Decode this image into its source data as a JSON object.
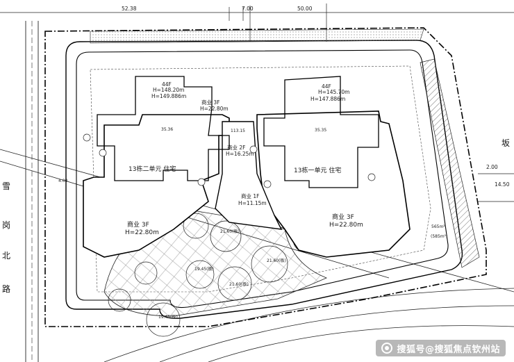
{
  "dimensions": {
    "left_total": "52.38",
    "top_a": "7.00",
    "top_b": "50.00",
    "right_a": "14.50",
    "right_b": "2.00",
    "left_a": "4.00",
    "inner_1": "113.15",
    "inner_2": "35.36",
    "inner_3": "35.35"
  },
  "road_left": [
    "雪",
    "岗",
    "北",
    "路"
  ],
  "road_right": "坂",
  "towers": [
    {
      "floors": "44F",
      "h1": "H=148.20m",
      "h2": "H=149.886m",
      "name": "13栋二单元 住宅"
    },
    {
      "floors": "44F",
      "h1": "H=145.70m",
      "h2": "H=147.886m",
      "name": "13栋一单元 住宅"
    }
  ],
  "commercial": [
    {
      "name": "商业  3F",
      "height": "H=22.80m"
    },
    {
      "name": "商业  2F",
      "height": "H=16.25m"
    },
    {
      "name": "商业  1F",
      "height": "H=11.15m"
    },
    {
      "name": "商业  3F",
      "height": "H=22.80m"
    },
    {
      "name": "商业  3F",
      "height": "H=22.80m"
    }
  ],
  "elevations": [
    "21.60(板)",
    "21.60(板)",
    "21.60(板)",
    "19.45(板)",
    "19.45(板)"
  ],
  "area_labels": [
    "565m²",
    "(585m²)"
  ],
  "watermark": "搜狐号@搜狐焦点钦州站",
  "icons": [
    "sohu-logo-icon"
  ]
}
